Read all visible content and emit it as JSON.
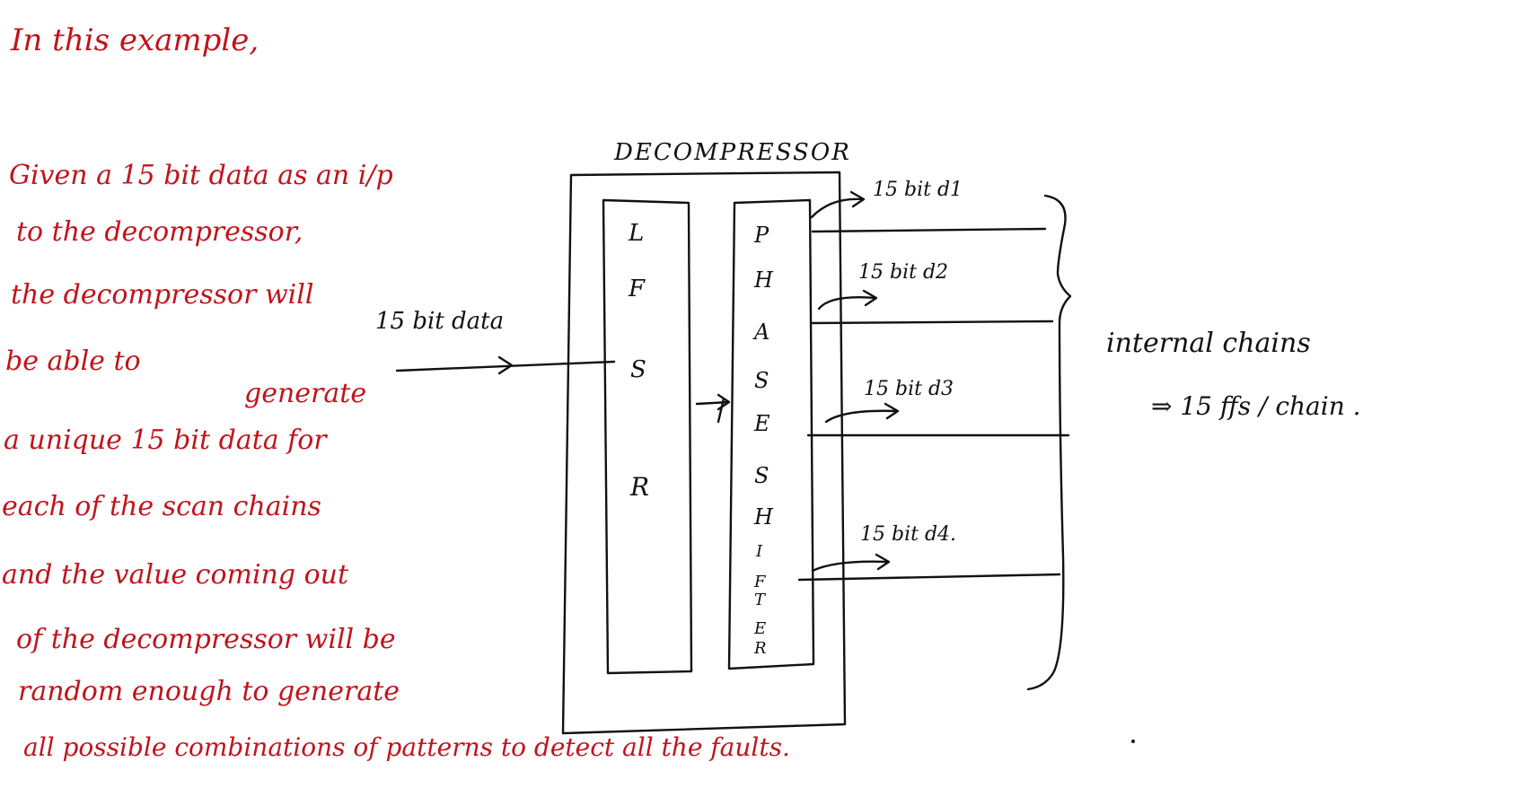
{
  "heading": "In this example,",
  "explanation": [
    "Given a 15 bit data as an i/p",
    "to the decompressor,",
    "the decompressor will",
    "be able to",
    "generate",
    "a unique 15 bit data for",
    "each of the scan chains",
    "and the value coming out",
    "of the decompressor will be",
    "random enough to generate",
    "all possible combinations of patterns to detect all the faults."
  ],
  "diagram": {
    "title": "DECOMPRESSOR",
    "input_label": "15 bit data",
    "lfsr_letters": [
      "L",
      "F",
      "S",
      "R"
    ],
    "phase_shifter_letters": [
      "P",
      "H",
      "A",
      "S",
      "E",
      "S",
      "H",
      "I",
      "F",
      "T",
      "E",
      "R"
    ],
    "output_labels": [
      "15 bit d1",
      "15 bit d2",
      "15 bit d3",
      "15 bit d4."
    ],
    "brace_label": "internal chains",
    "brace_sublabel": "⇒ 15 ffs / chain ."
  }
}
